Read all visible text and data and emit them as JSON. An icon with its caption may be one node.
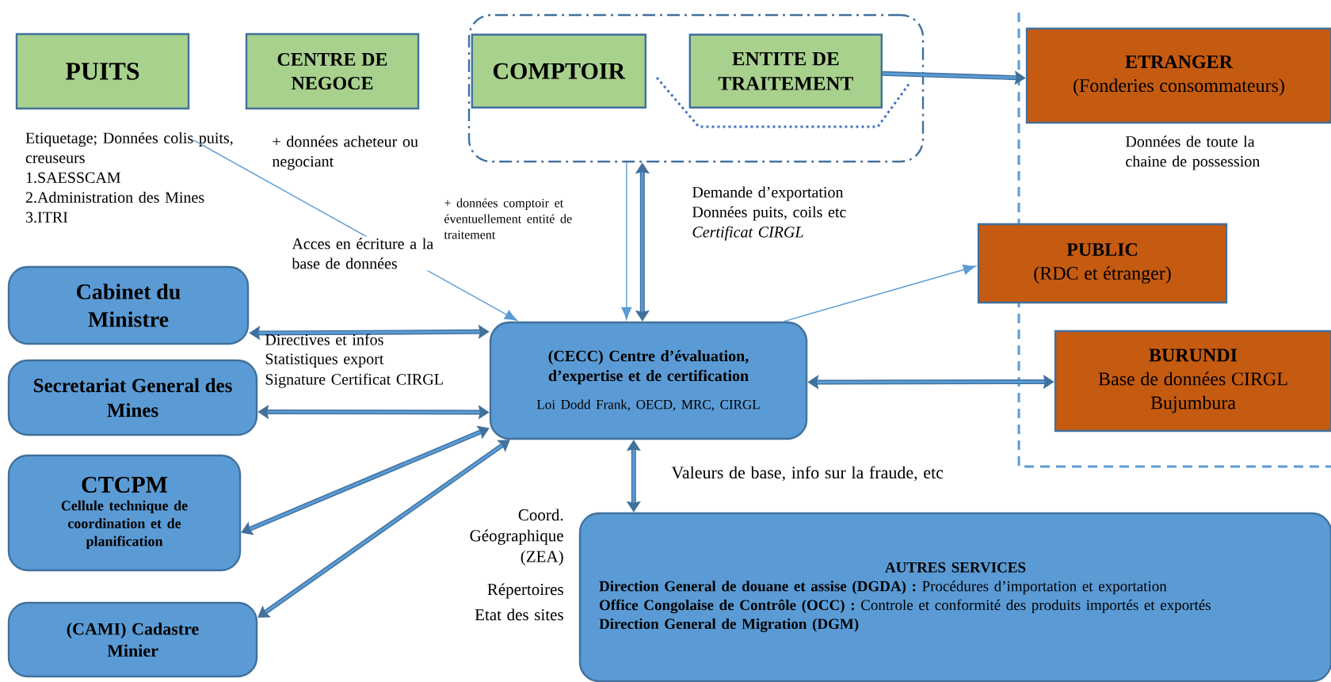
{
  "diagram": {
    "nodes": [
      {
        "text": [
          "PUITS"
        ]
      },
      {
        "text": [
          "CENTRE DE NEGOCE"
        ]
      },
      {
        "text": [],
        "shape": "box"
      },
      {
        "text": [
          "COMPTOIR"
        ],
        "in": 2
      },
      {
        "text": [
          "ENTITE DE TRAITEMENT"
        ],
        "in": 2
      },
      {
        "text": [
          "ETRANGER",
          "(Fonderies consommateurs)"
        ],
        "beside": [
          "Données de toute la chaine de possession"
        ]
      },
      {
        "text": [
          "Etiquetage; Données colis puits, creuseurs",
          "1.SAESSCAM",
          "2.Administration des Mines",
          "3.ITRI"
        ]
      },
      {
        "text": [
          "PUBLIC",
          "(RDC et étranger)"
        ]
      },
      {
        "text": [
          "Cabinet du Ministre"
        ]
      },
      {
        "text": [
          "(CECC) Centre d’évaluation, d’expertise et de certification",
          "Loi Dodd Frank, OECD, MRC, CIRGL"
        ]
      },
      {
        "text": [
          "BURUNDI",
          "Base de données CIRGL Bujumbura"
        ]
      },
      {
        "text": [
          "Secretariat General des Mines"
        ]
      },
      {
        "text": [
          "CTCPM",
          "Cellule technique de coordination et de planification"
        ]
      },
      {
        "text": [
          "(CAMI) Cadastre Minier"
        ]
      },
      {
        "text": [
          "AUTRES SERVICES",
          "**Direction General de douane et assise (DGDA) :** Procédures d’importation et exportation",
          "**Office Congolaise de Contrôle (OCC) :** Controle et conformité des produits importés et exportés",
          "Direction General de Migration (DGM)"
        ]
      }
    ],
    "edges": [
      {
        "from": 6,
        "to": 9,
        "arrow": "to",
        "color": "#5b9bd5",
        "label": "Acces en écriture a la base de données"
      },
      {
        "from": 2,
        "to": 9,
        "arrow": "to",
        "color": "#5b9bd5"
      },
      {
        "from": 2,
        "to": 9,
        "arrow": "both"
      },
      {
        "from": 4,
        "to": 5,
        "arrow": "to"
      },
      {
        "from": 9,
        "to": 7,
        "arrow": "to",
        "color": "#5b9bd5"
      },
      {
        "from": 8,
        "to": 9,
        "arrow": "both"
      },
      {
        "from": 11,
        "to": 9,
        "arrow": "both"
      },
      {
        "from": 12,
        "to": 9,
        "arrow": "both"
      },
      {
        "from": 13,
        "to": 9,
        "arrow": "both"
      },
      {
        "from": 9,
        "to": 10,
        "arrow": "both"
      },
      {
        "from": 9,
        "to": 14,
        "arrow": "both"
      }
    ],
    "labels": [
      "+ données acheteur ou negociant",
      "+ données comptoir et éventuellement entité de traitement",
      "Demande d’exportation",
      "Données puits, coils etc",
      "Certificat CIRGL",
      "Directives et infos",
      "Statistiques export",
      "Signature Certificat CIRGL",
      "Valeurs de base, info sur la fraude, etc",
      "Coord. Géographique (ZEA)",
      "Répertoires",
      "Etat des sites"
    ]
  }
}
